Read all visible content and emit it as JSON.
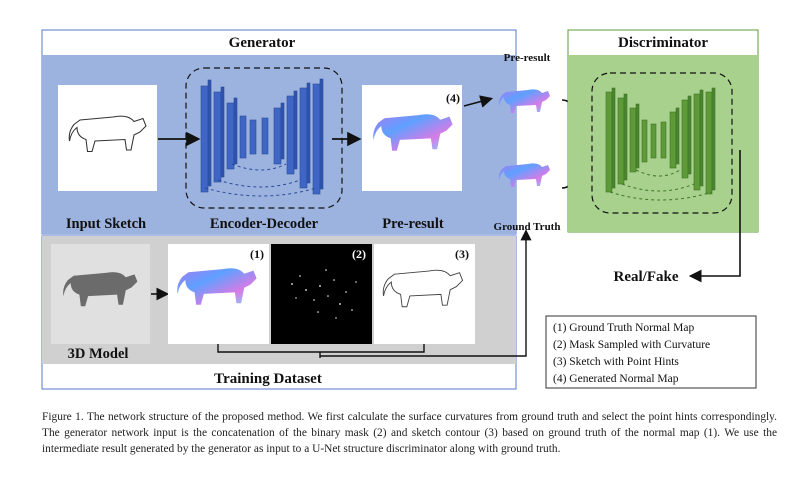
{
  "generator": {
    "title": "Generator",
    "input_label": "Input Sketch",
    "encoder_label": "Encoder-Decoder",
    "preresult_label": "Pre-result",
    "marker": "(4)"
  },
  "training": {
    "title": "Training Dataset",
    "model_label": "3D Model",
    "markers": [
      "(1)",
      "(2)",
      "(3)"
    ]
  },
  "middle": {
    "preresult_label": "Pre-result",
    "ground_truth_label": "Ground Truth"
  },
  "discriminator": {
    "title": "Discriminator",
    "output_label": "Real/Fake"
  },
  "legend": {
    "items": [
      "(1) Ground Truth Normal Map",
      "(2) Mask Sampled with Curvature",
      "(3) Sketch with Point Hints",
      "(4) Generated Normal Map"
    ]
  },
  "caption": {
    "text": "Figure 1.  The network structure of the proposed method. We first calculate the surface curvatures from ground truth and select the point hints correspondingly. The generator network input is the concatenation of the binary mask (2) and sketch contour (3) based on ground truth of the normal map (1). We use the intermediate result generated by the generator as input to a U-Net structure discriminator along with ground truth."
  },
  "colors": {
    "generator_bg": "#9db3df",
    "discriminator_bg": "#a9d18e",
    "training_bg": "#d0d0d0",
    "encoder_block": "#3f66c4",
    "disc_block": "#5e9a38"
  }
}
